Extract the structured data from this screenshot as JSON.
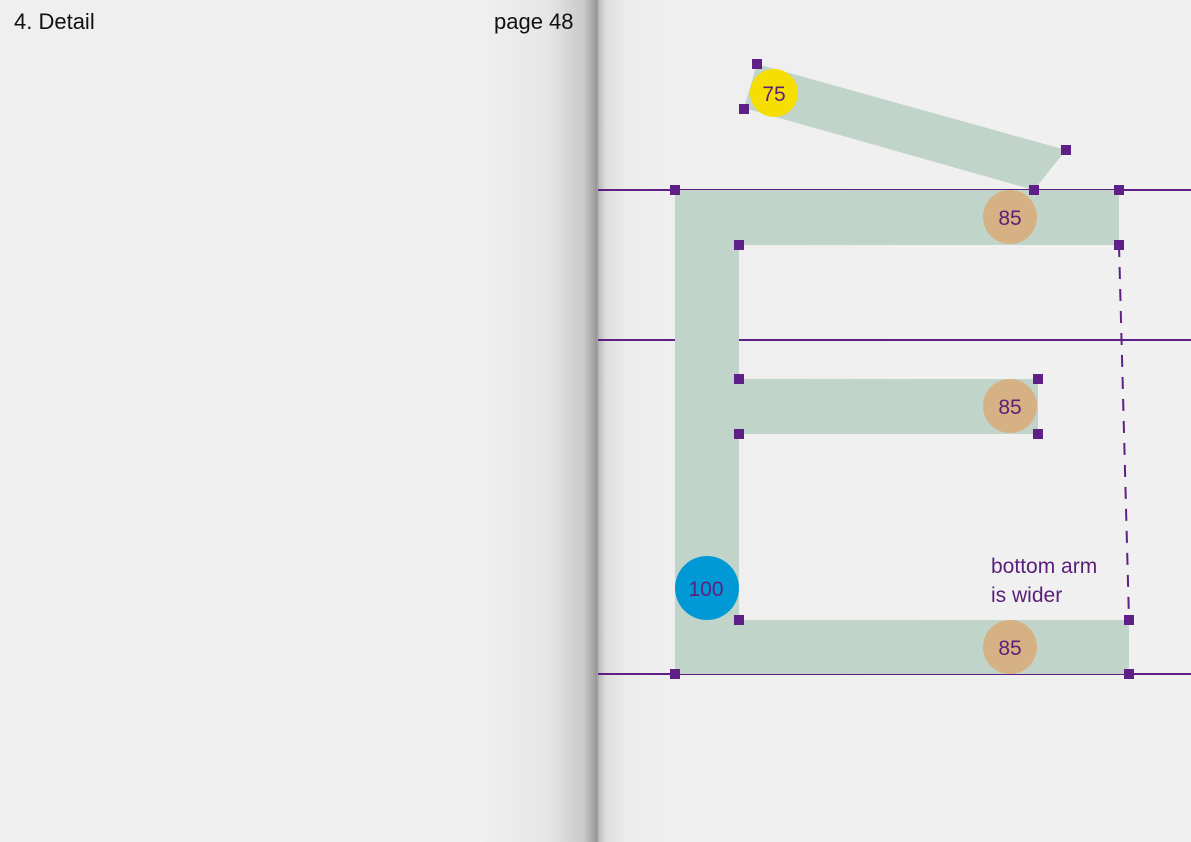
{
  "header": {
    "section": "4. Detail",
    "page": "page 48"
  },
  "colors": {
    "stroke_fill": "#c1d4ca",
    "guide": "#5e1f86",
    "handle": "#5e1f86",
    "badge_tan": "#d6b183",
    "badge_yellow": "#f6df00",
    "badge_blue": "#0099d6",
    "label": "#5a1f7a"
  },
  "badges": [
    {
      "id": "top-stroke",
      "label": "75",
      "color": "yellow"
    },
    {
      "id": "top-arm",
      "label": "85",
      "color": "tan"
    },
    {
      "id": "middle-arm",
      "label": "85",
      "color": "tan"
    },
    {
      "id": "stem",
      "label": "100",
      "color": "blue"
    },
    {
      "id": "bottom-arm",
      "label": "85",
      "color": "tan"
    }
  ],
  "annotation": {
    "line1": "bottom arm",
    "line2": "is wider"
  }
}
